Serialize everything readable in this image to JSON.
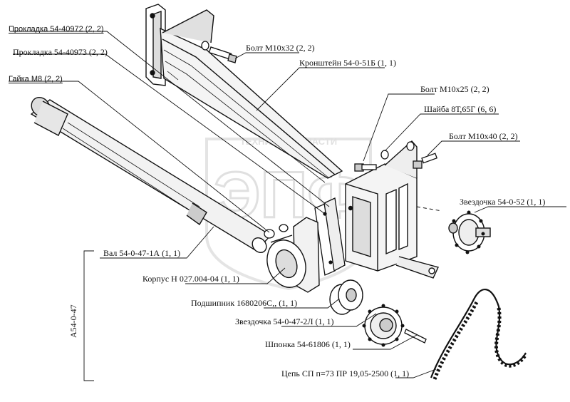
{
  "watermark": {
    "brand_line": "ТЕХНИКА ЗАПЧАСТИ",
    "logo_letters": "ЭПФ",
    "color": "#c8c8c8"
  },
  "assembly": {
    "code": "А54-0-47"
  },
  "callouts": [
    {
      "id": "gasket-1",
      "text": "Прокладка 54-40972 (2, 2)"
    },
    {
      "id": "gasket-2",
      "text": "Прокладка 54-40973 (2, 2)"
    },
    {
      "id": "nut-m8",
      "text": "Гайка М8 (2, 2)"
    },
    {
      "id": "bolt-m10x32",
      "text": "Болт М10х32 (2, 2)"
    },
    {
      "id": "bracket",
      "text": "Кронштейн 54-0-51Б (1, 1)"
    },
    {
      "id": "bolt-m10x25",
      "text": "Болт М10х25 (2, 2)"
    },
    {
      "id": "washer",
      "text": "Шайба 8Т,65Г (6, 6)"
    },
    {
      "id": "bolt-m10x40",
      "text": "Болт М10х40 (2, 2)"
    },
    {
      "id": "sprocket-52",
      "text": "Звездочка 54-0-52 (1, 1)"
    },
    {
      "id": "shaft",
      "text": "Вал 54-0-47-1А (1, 1)"
    },
    {
      "id": "housing",
      "text": "Корпус Н 027.004-04 (1, 1)"
    },
    {
      "id": "bearing",
      "text": "Подшипник 1680206С,, (1, 1)"
    },
    {
      "id": "sprocket-47-2l",
      "text": "Звездочка 54-0-47-2Л (1, 1)"
    },
    {
      "id": "key",
      "text": "Шпонка 54-61806 (1, 1)"
    },
    {
      "id": "chain",
      "text": "Цепь СП п=73 ПР 19,05-2500 (1, 1)"
    }
  ]
}
